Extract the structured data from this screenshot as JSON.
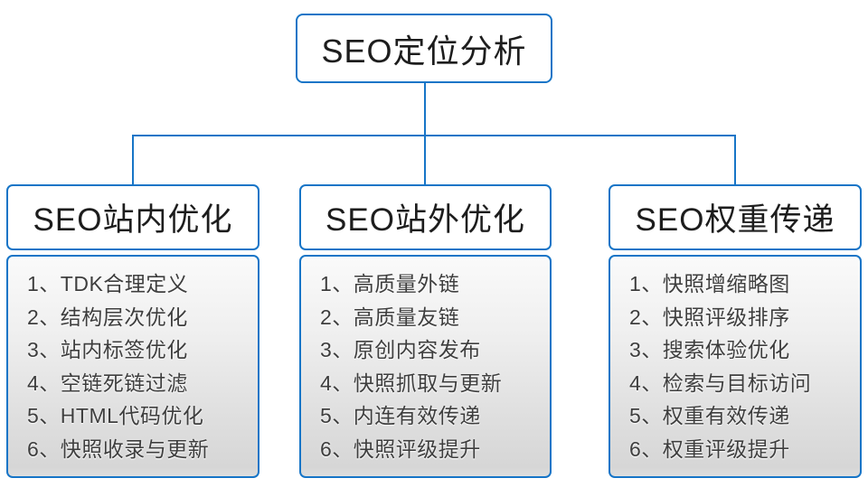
{
  "diagram": {
    "root": {
      "label": "SEO定位分析"
    },
    "branches": [
      {
        "heading": "SEO站内优化",
        "items": [
          "1、TDK合理定义",
          "2、结构层次优化",
          "3、站内标签优化",
          "4、空链死链过滤",
          "5、HTML代码优化",
          "6、快照收录与更新"
        ]
      },
      {
        "heading": "SEO站外优化",
        "items": [
          "1、高质量外链",
          "2、高质量友链",
          "3、原创内容发布",
          "4、快照抓取与更新",
          "5、内连有效传递",
          "6、快照评级提升"
        ]
      },
      {
        "heading": "SEO权重传递",
        "items": [
          "1、快照增缩略图",
          "2、快照评级排序",
          "3、搜索体验优化",
          "4、检索与目标访问",
          "5、权重有效传递",
          "6、权重评级提升"
        ]
      }
    ],
    "colors": {
      "connector_blue": "#1775c7",
      "heading_text": "#1d1d1d",
      "item_text": "#3e3e3e",
      "panel_gradient_top": "#fafafa",
      "panel_gradient_bottom": "#d6d6d6"
    }
  }
}
